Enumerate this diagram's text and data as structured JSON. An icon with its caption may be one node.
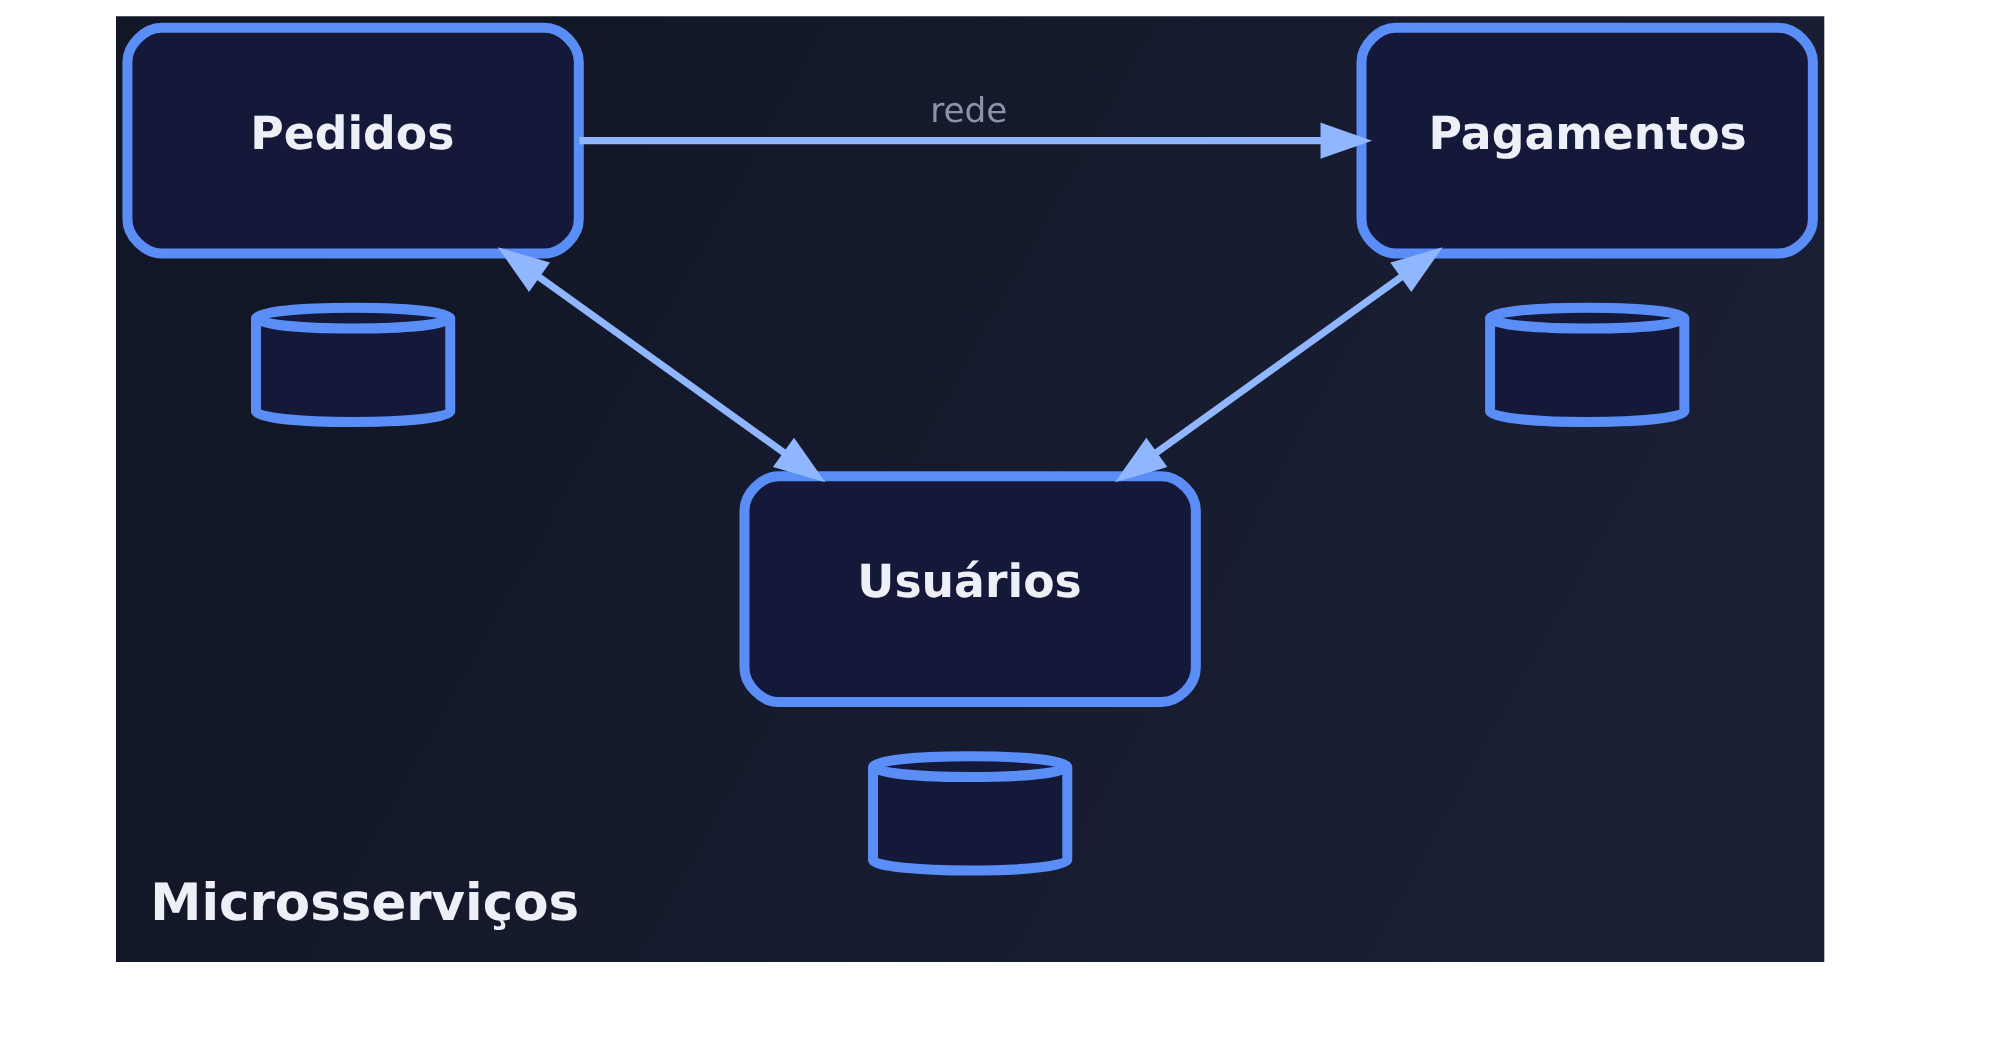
{
  "diagram": {
    "title": "Microsserviços",
    "nodes": [
      {
        "text": [
          "Pedidos"
        ]
      },
      {
        "text": [
          "Pagamentos"
        ]
      },
      {
        "text": [],
        "shape": "cylinder"
      },
      {
        "text": [],
        "shape": "cylinder"
      },
      {
        "text": [
          "Usuários"
        ]
      },
      {
        "text": [],
        "shape": "cylinder"
      }
    ],
    "edges": [
      {
        "from": 0,
        "to": 1,
        "arrow": "to",
        "label": "rede"
      },
      {
        "from": 0,
        "to": 4,
        "arrow": "both"
      },
      {
        "from": 1,
        "to": 4,
        "arrow": "both"
      }
    ]
  }
}
